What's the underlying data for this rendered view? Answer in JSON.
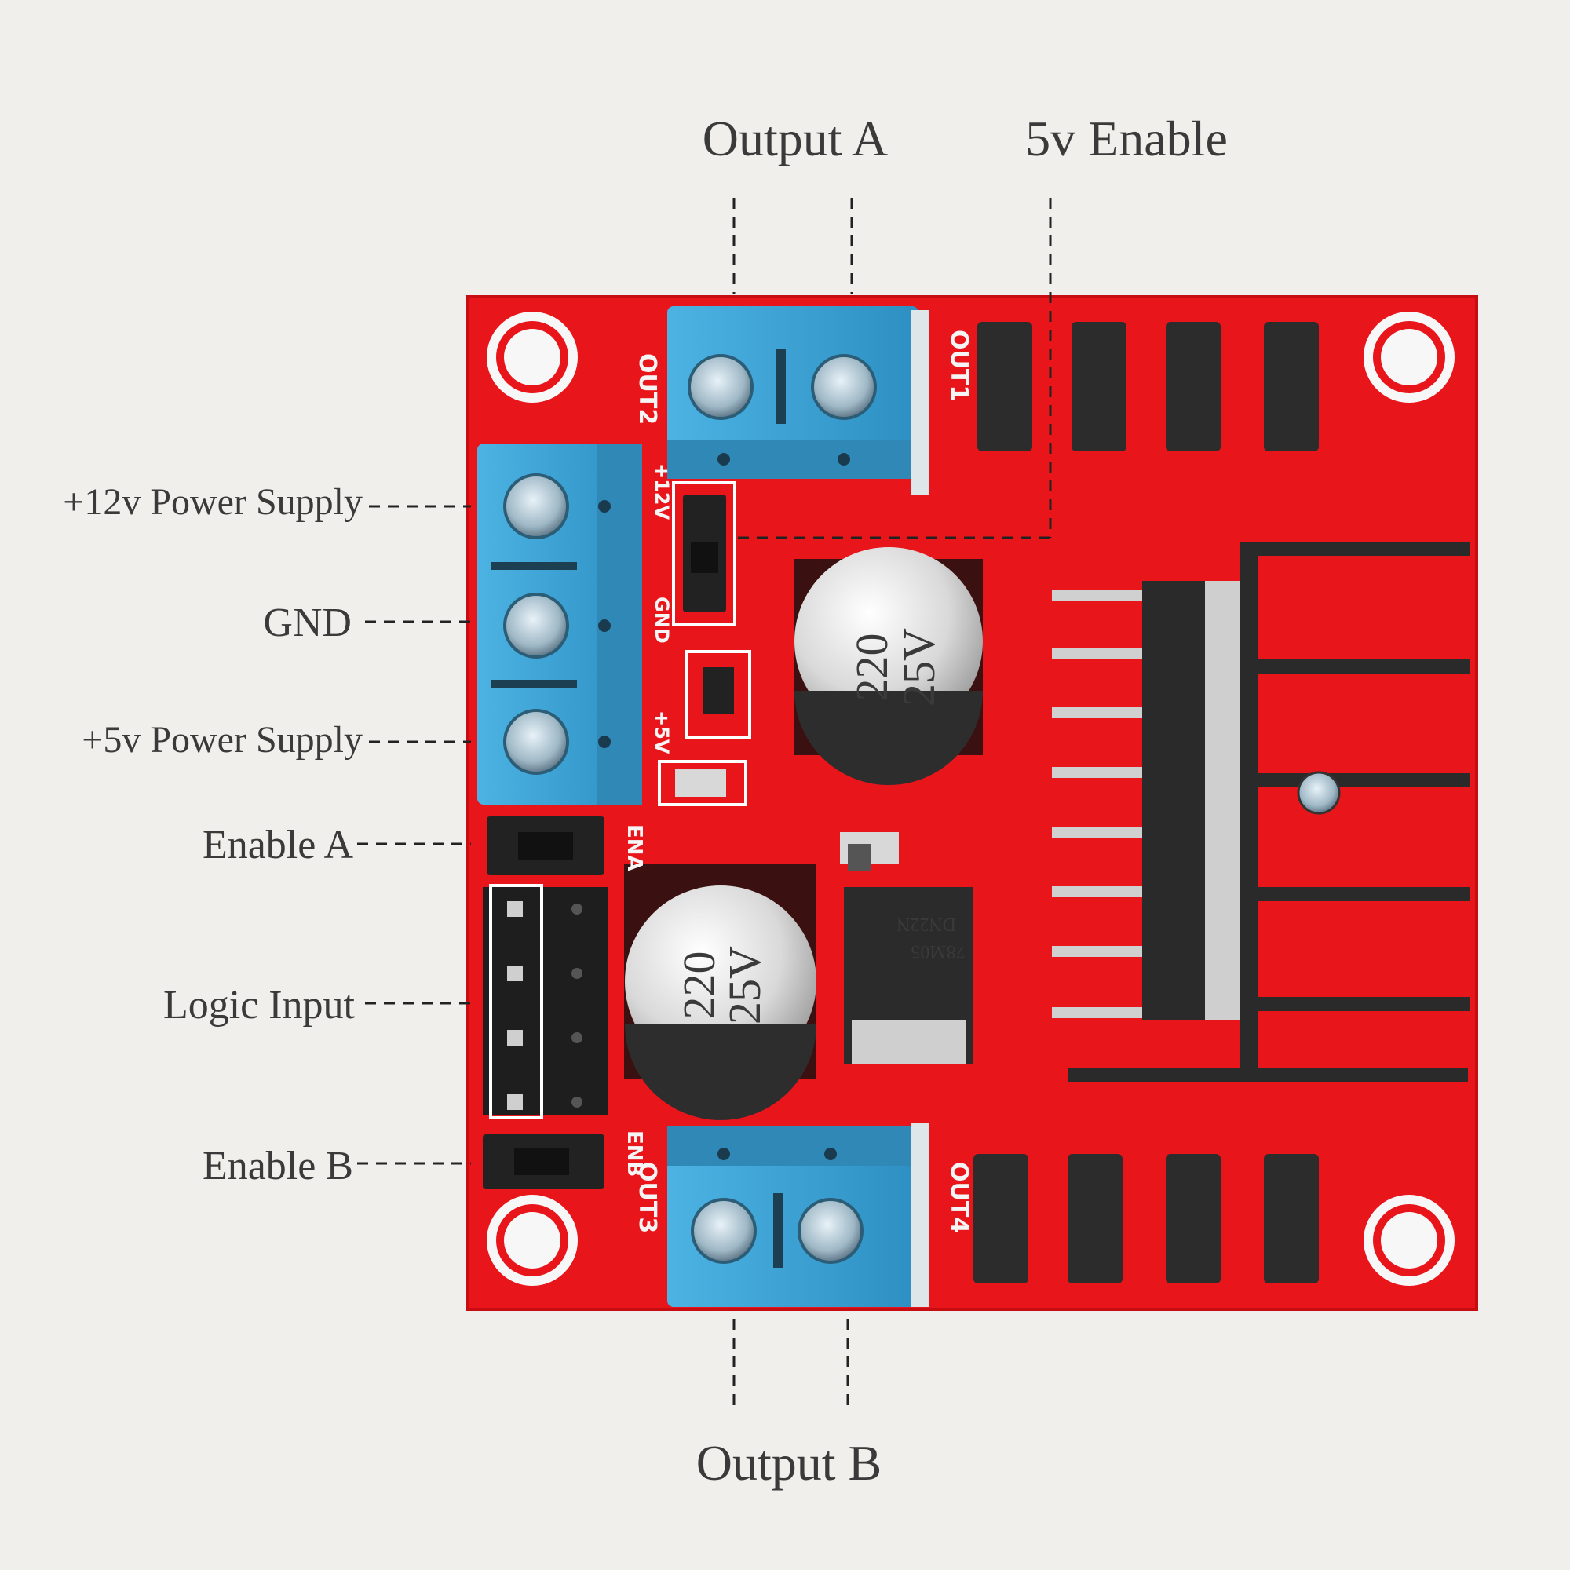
{
  "labels": {
    "output_a": "Output A",
    "enable_5v": "5v Enable",
    "power_12v": "+12v Power Supply",
    "gnd": "GND",
    "power_5v": "+5v Power Supply",
    "enable_a": "Enable A",
    "logic_input": "Logic Input",
    "enable_b": "Enable B",
    "output_b": "Output B"
  },
  "silkscreen": {
    "out1": "OUT1",
    "out2": "OUT2",
    "out3": "OUT3",
    "out4": "OUT4",
    "ena": "ENA",
    "enb": "ENB",
    "v12": "+12V",
    "gnd": "GND",
    "v5": "+5V"
  },
  "capacitor_top": {
    "line1": "220",
    "line2": "25V"
  },
  "capacitor_bottom": {
    "line1": "220",
    "line2": "25V"
  },
  "regulator": {
    "line1": "78M05",
    "line2": "DN22N"
  },
  "colors": {
    "board": "#e8151b",
    "terminal": "#3aa3d6",
    "heatsink": "#2a2a2a",
    "background": "#f1efeb"
  }
}
